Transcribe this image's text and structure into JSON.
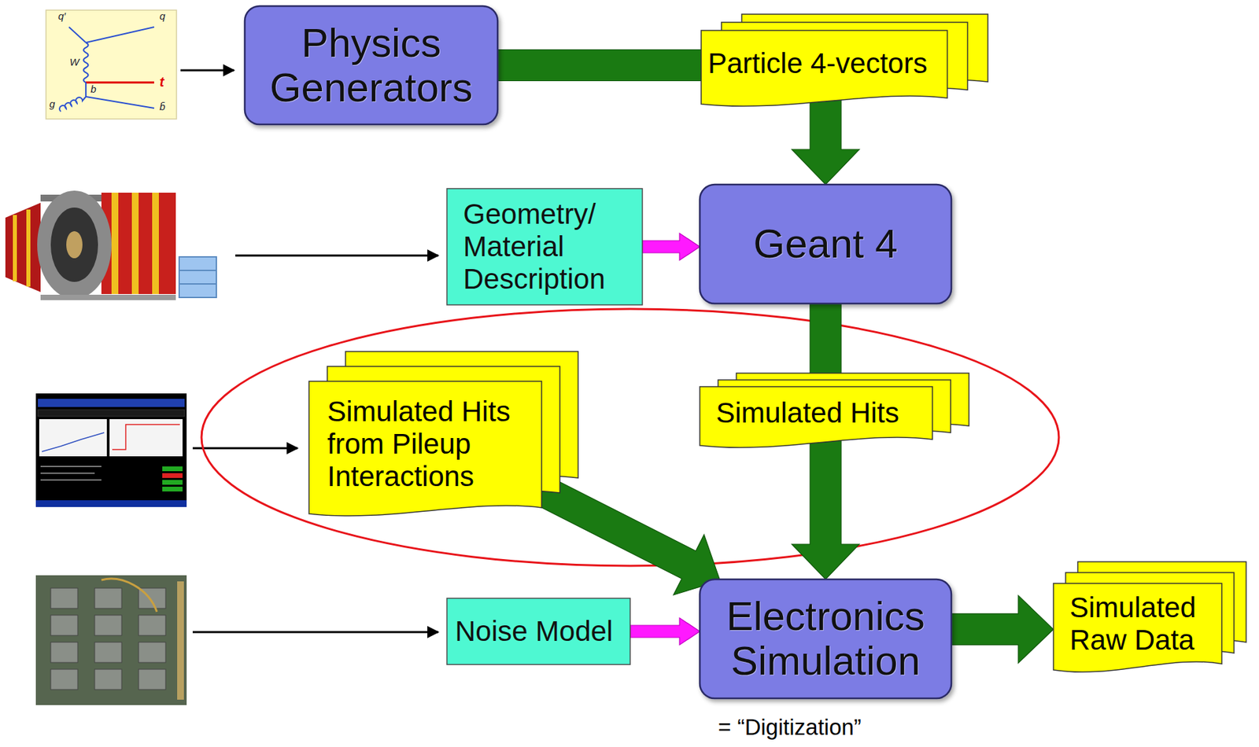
{
  "diagram": {
    "nodes": [
      {
        "text": [
          "Physics Generators"
        ]
      },
      {
        "text": [
          "Particle 4-vectors"
        ]
      },
      {
        "text": [
          "Geometry/ Material Description"
        ]
      },
      {
        "text": [
          "Geant 4"
        ]
      },
      {
        "text": [
          "Simulated Hits from Pileup Interactions"
        ]
      },
      {
        "text": [
          "Simulated Hits"
        ]
      },
      {
        "text": [
          "Noise Model"
        ]
      },
      {
        "text": [
          "Electronics Simulation"
        ]
      },
      {
        "text": [
          "Simulated Raw Data"
        ]
      }
    ],
    "edges": [
      {
        "from": 0,
        "to": 1,
        "arrow": "none"
      },
      {
        "from": 1,
        "to": 3,
        "arrow": "to"
      },
      {
        "from": 2,
        "to": 3,
        "arrow": "to"
      },
      {
        "from": 3,
        "to": 5,
        "arrow": "none"
      },
      {
        "from": 4,
        "to": 7,
        "arrow": "to"
      },
      {
        "from": 5,
        "to": 7,
        "arrow": "to"
      },
      {
        "from": 6,
        "to": 7,
        "arrow": "to"
      },
      {
        "from": 7,
        "to": 8,
        "arrow": "to"
      }
    ],
    "labels": [
      "q′",
      "q",
      "W",
      "b",
      "t",
      "g",
      "b̄",
      "= “Digitization”"
    ]
  }
}
